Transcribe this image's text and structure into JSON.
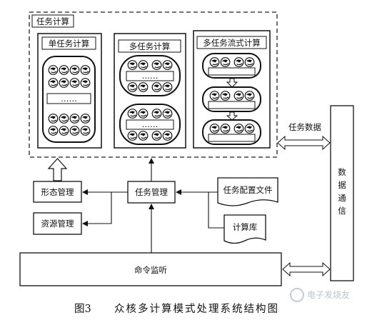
{
  "task_compute": {
    "title": "任务计算",
    "single": "单任务计算",
    "multi": "多任务计算",
    "stream": "多任务流式计算"
  },
  "labels": {
    "task_data": "任务数据",
    "data_comm": [
      "数",
      "据",
      "通",
      "信"
    ],
    "form_mgmt": "形态管理",
    "resource_mgmt": "资源管理",
    "task_mgmt": "任务管理",
    "task_config": "任务配置文件",
    "compute_lib": "计算库",
    "cmd_monitor": "命令监听",
    "dots": "……"
  },
  "caption": {
    "fig": "图3",
    "text": "众核多计算模式处理系统结构图"
  },
  "watermark": "电子发烧友"
}
